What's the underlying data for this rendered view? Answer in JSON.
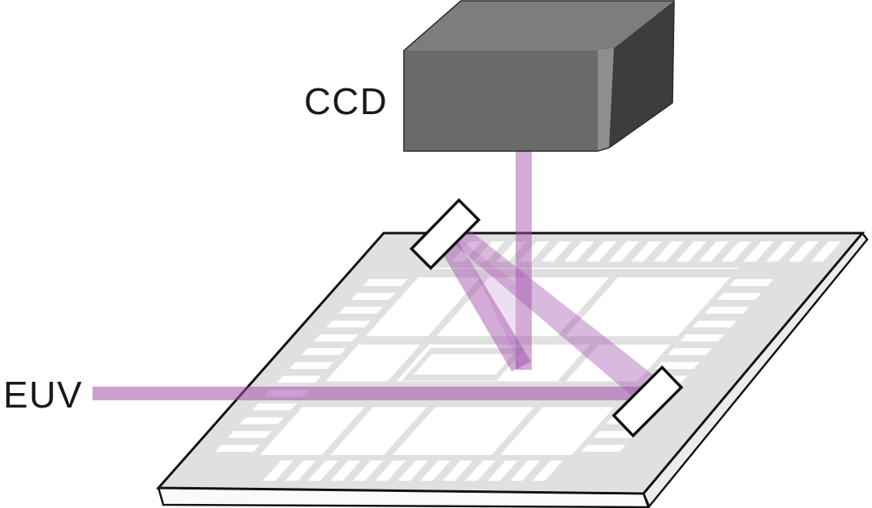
{
  "figure": {
    "labels": {
      "ccd": "CCD",
      "euv": "EUV"
    },
    "components": {
      "detector": "ccd-camera-box",
      "top_optic": "beamsplitter-mirror",
      "bottom_optic": "sample-mirror",
      "substrate": "patterned-wafer",
      "incoming_beam": "euv-beam"
    },
    "colors": {
      "beam_purple": "#a050aa",
      "pattern_gray": "#e0e0e0",
      "wafer_top": "#ffffff",
      "wafer_side_front": "#fafafa",
      "wafer_side_right": "#ececec",
      "outline_black": "#111111",
      "ccd_top": "#7d7d7d",
      "ccd_front": "#6a6a6a",
      "ccd_right": "#3d3d3d",
      "ccd_bevel": "#8e8e8e",
      "label_color": "#1a1a1a",
      "background": "#ffffff"
    }
  }
}
